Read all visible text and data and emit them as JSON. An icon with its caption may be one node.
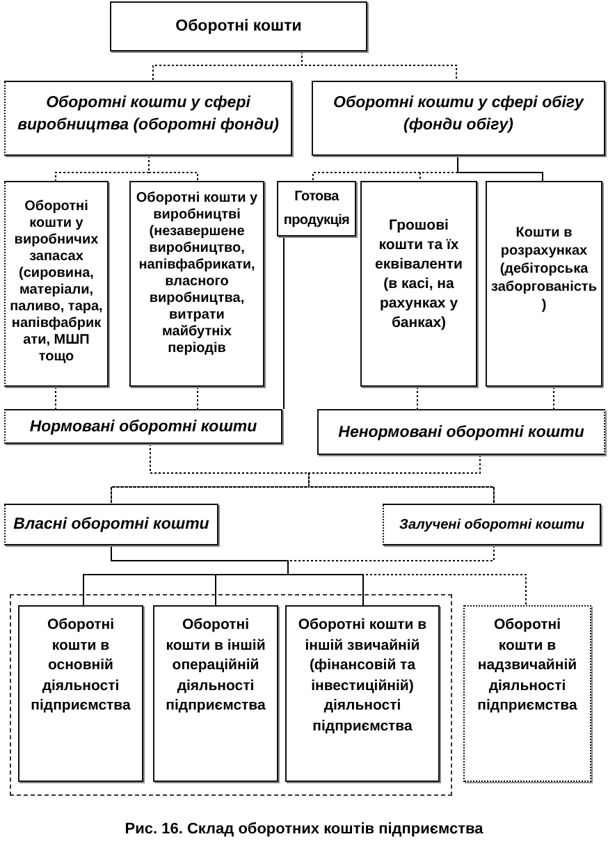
{
  "diagram": {
    "caption": "Рис. 16. Склад оборотних коштів підприємства",
    "nodes": [
      {
        "text": [
          "Оборотні кошти"
        ]
      },
      {
        "text": [
          "Оборотні кошти у сфері виробництва (оборотні фонди)"
        ]
      },
      {
        "text": [
          "Оборотні кошти у сфері обігу (фонди обігу)"
        ]
      },
      {
        "text": [
          "Оборотні кошти у виробничих запасах (сировина, матеріали, паливо, тара, напівфабрикати, МШП тощо"
        ]
      },
      {
        "text": [
          "Оборотні кошти у виробництві (незавершене виробництво, напівфабрикати, власного виробництва, витрати майбутніх періодів"
        ]
      },
      {
        "text": [
          "Готова продукція"
        ]
      },
      {
        "text": [
          "Грошові кошти та їх еквіваленти (в касі, на рахунках у банках)"
        ]
      },
      {
        "text": [
          "Кошти в розрахунках (дебіторська заборгованість)"
        ]
      },
      {
        "text": [
          "Нормовані оборотні кошти"
        ]
      },
      {
        "text": [
          "Ненормовані оборотні кошти"
        ]
      },
      {
        "text": [
          "Власні оборотні кошти"
        ]
      },
      {
        "text": [
          "Залучені оборотні кошти"
        ]
      },
      {
        "text": [],
        "shape": "box"
      },
      {
        "text": [
          "Оборотні кошти в основній діяльності підприємства"
        ],
        "in": 12
      },
      {
        "text": [
          "Оборотні кошти в іншій операційній діяльності підприємства"
        ],
        "in": 12
      },
      {
        "text": [
          "Оборотні кошти в іншій звичайній (фінансовій та інвестиційній) діяльності підприємства"
        ],
        "in": 12
      },
      {
        "text": [
          "Оборотні кошти в надзвичайній діяльності підприємства"
        ]
      }
    ],
    "edges": [
      {
        "from": 0,
        "to": 1,
        "arrow": "none",
        "style": "dashed"
      },
      {
        "from": 0,
        "to": 2,
        "arrow": "none",
        "style": "dashed"
      },
      {
        "from": 1,
        "to": 3,
        "arrow": "none",
        "style": "dashed"
      },
      {
        "from": 1,
        "to": 4,
        "arrow": "none",
        "style": "dashed"
      },
      {
        "from": 2,
        "to": 5,
        "arrow": "none",
        "style": "dashed"
      },
      {
        "from": 2,
        "to": 6,
        "arrow": "none",
        "style": "dashed"
      },
      {
        "from": 2,
        "to": 7,
        "arrow": "none"
      },
      {
        "from": 3,
        "to": 8,
        "arrow": "none",
        "style": "dashed"
      },
      {
        "from": 4,
        "to": 8,
        "arrow": "none",
        "style": "dashed"
      },
      {
        "from": 5,
        "to": 8,
        "arrow": "none"
      },
      {
        "from": 6,
        "to": 9,
        "arrow": "none",
        "style": "dashed"
      },
      {
        "from": 7,
        "to": 9,
        "arrow": "none",
        "style": "dashed"
      },
      {
        "from": 8,
        "to": 10,
        "arrow": "none",
        "style": "dashed"
      },
      {
        "from": 8,
        "to": 11,
        "arrow": "none",
        "style": "dashed"
      },
      {
        "from": 9,
        "to": 10,
        "arrow": "none",
        "style": "dashed"
      },
      {
        "from": 9,
        "to": 11,
        "arrow": "none",
        "style": "dashed"
      },
      {
        "from": 10,
        "to": 13,
        "arrow": "none"
      },
      {
        "from": 10,
        "to": 14,
        "arrow": "none"
      },
      {
        "from": 10,
        "to": 15,
        "arrow": "none"
      },
      {
        "from": 10,
        "to": 16,
        "arrow": "none",
        "style": "dashed"
      },
      {
        "from": 11,
        "to": 13,
        "arrow": "none",
        "style": "dashed"
      },
      {
        "from": 11,
        "to": 14,
        "arrow": "none",
        "style": "dashed"
      },
      {
        "from": 11,
        "to": 15,
        "arrow": "none",
        "style": "dashed"
      },
      {
        "from": 11,
        "to": 16,
        "arrow": "none",
        "style": "dashed"
      }
    ]
  }
}
